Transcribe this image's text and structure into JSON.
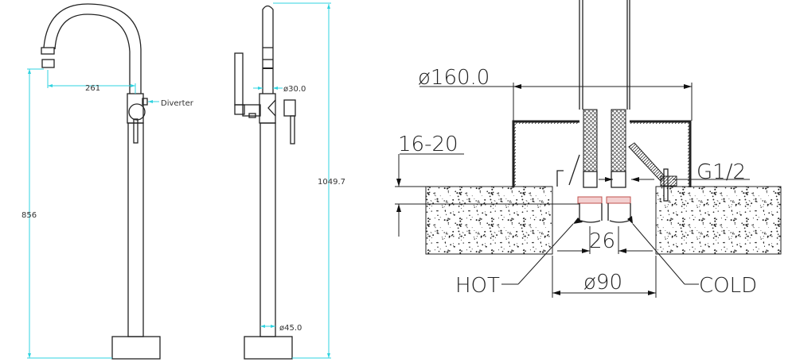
{
  "front_view": {
    "height_label": "856",
    "reach_label": "261",
    "diverter_label": "Diverter"
  },
  "side_view": {
    "total_height_label": "1049.7",
    "spout_diameter_label": "ø30.0",
    "column_diameter_label": "ø45.0"
  },
  "installation_section": {
    "cover_diameter_label": "ø160.0",
    "floor_thickness_label": "16-20",
    "thread_label": "G1/2",
    "pipe_spacing_label": "26",
    "hole_diameter_label": "ø90",
    "hot_label": "HOT",
    "cold_label": "COLD"
  },
  "colors": {
    "dimension": "#2fd3e0",
    "line": "#222222",
    "fitting": "#c0504d"
  }
}
